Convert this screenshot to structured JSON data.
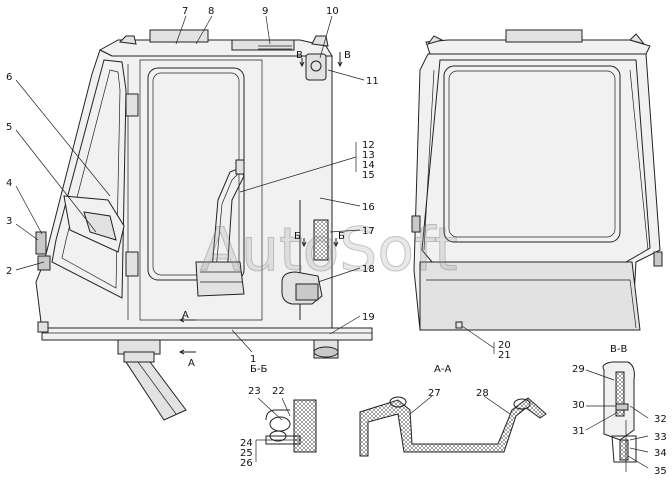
{
  "watermark": "AutoSoft",
  "sections": {
    "a_a_label": "А-А",
    "b_b_label": "Б-Б",
    "v_v_label": "В-В",
    "cut_a_top": "А",
    "cut_a_bottom": "А",
    "cut_b_left": "Б",
    "cut_b_right": "Б",
    "cut_v_left": "В",
    "cut_v_right": "В"
  },
  "callouts": [
    "1",
    "2",
    "3",
    "4",
    "5",
    "6",
    "7",
    "8",
    "9",
    "10",
    "11",
    "12",
    "13",
    "14",
    "15",
    "16",
    "17",
    "18",
    "19",
    "20",
    "21",
    "22",
    "23",
    "24",
    "25",
    "26",
    "27",
    "28",
    "29",
    "30",
    "31",
    "32",
    "33",
    "34",
    "35"
  ],
  "colors": {
    "line": "#222222",
    "shade_light": "#f1f1f1",
    "shade_mid": "#e2e2e2",
    "shade_dark": "#c9c9c9"
  }
}
